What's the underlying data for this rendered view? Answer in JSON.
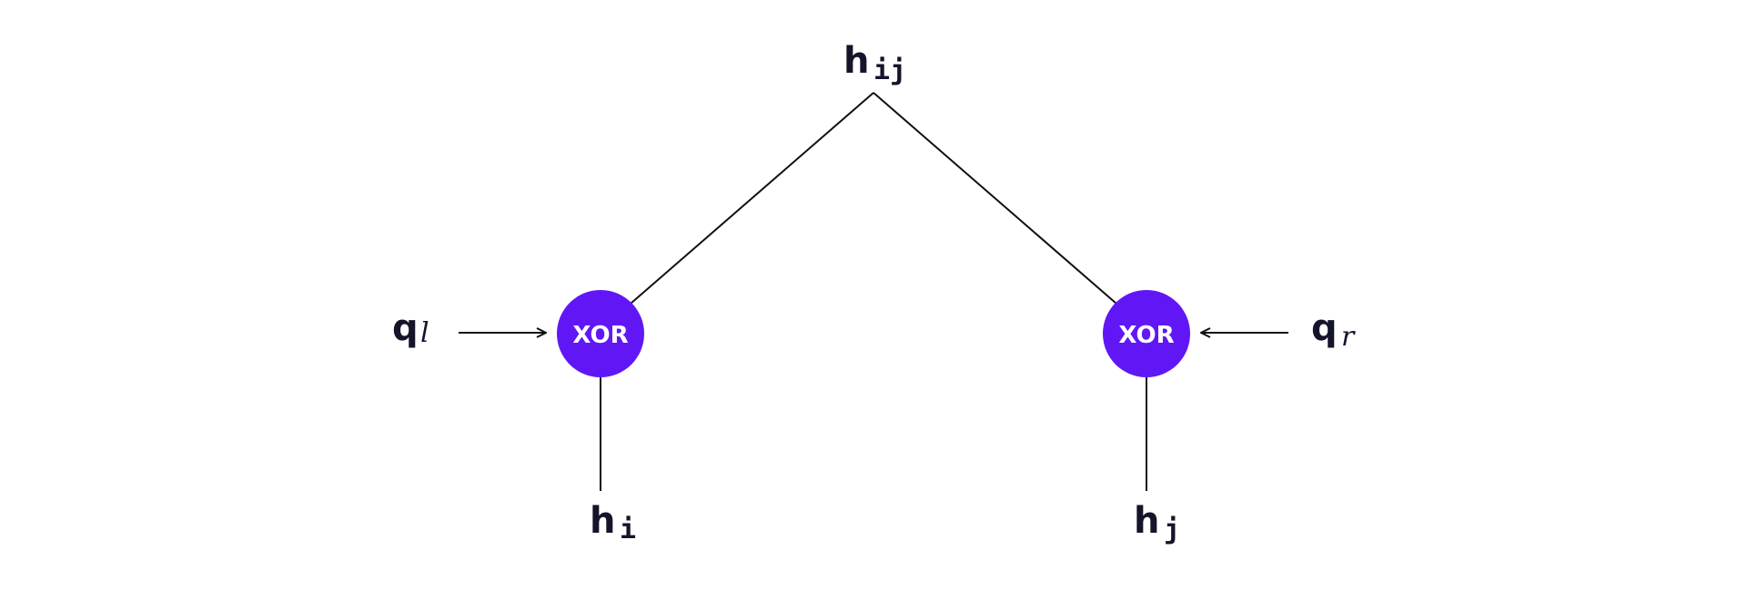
{
  "root": {
    "symbol": "h",
    "subscript": "ij"
  },
  "left_leaf": {
    "symbol": "h",
    "subscript": "i"
  },
  "right_leaf": {
    "symbol": "h",
    "subscript": "j"
  },
  "left_gate": {
    "label": "XOR"
  },
  "right_gate": {
    "label": "XOR"
  },
  "left_input": {
    "symbol": "q",
    "subscript": "l"
  },
  "right_input": {
    "symbol": "q",
    "subscript": "r"
  },
  "colors": {
    "gate_fill": "#6117f5",
    "line": "#111111",
    "text": "#14142a"
  }
}
